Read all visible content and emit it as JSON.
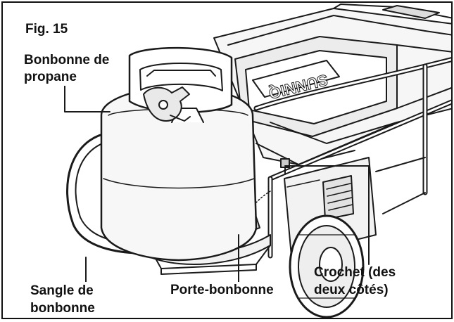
{
  "figure": {
    "number": "Fig. 15",
    "brand_mark": "SUNNIQ",
    "labels": {
      "propane_tank": [
        "Bonbonne de",
        "propane"
      ],
      "tank_strap": [
        "Sangle de",
        "bonbonne"
      ],
      "tank_carrier": "Porte-bonbonne",
      "hook": [
        "Crochet (des",
        "deux côtés)"
      ]
    }
  }
}
